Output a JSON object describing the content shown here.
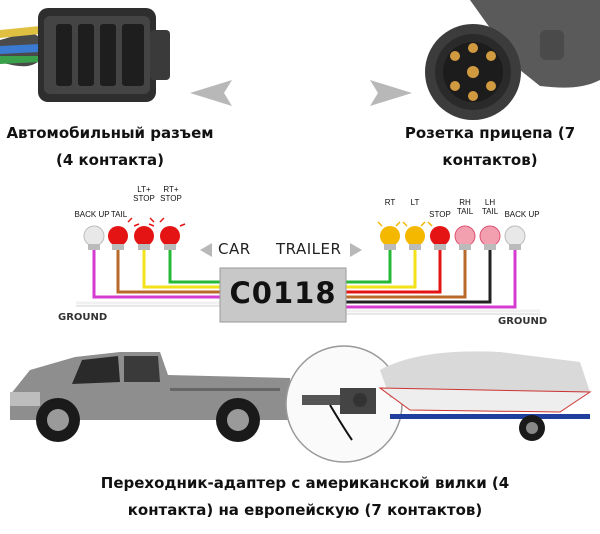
{
  "connectors": {
    "car_caption": "Автомобильный разъем (4 контакта)",
    "trailer_caption": "Розетка прицепа (7 контактов)"
  },
  "wiring": {
    "car_label": "CAR",
    "trailer_label": "TRAILER",
    "adapter_code": "C0118",
    "ground_left": "GROUND",
    "ground_right": "GROUND",
    "car_lamps": [
      {
        "label": "BACK UP",
        "color": "#e8e8e8",
        "wire": "#d63bd0"
      },
      {
        "label": "TAIL",
        "color": "#e41414",
        "wire": "#b86a2a"
      },
      {
        "label": "LT+ STOP",
        "color": "#e41414",
        "wire": "#f3e21a"
      },
      {
        "label": "RT+ STOP",
        "color": "#e41414",
        "wire": "#27b837"
      }
    ],
    "trailer_lamps": [
      {
        "label": "RT",
        "color": "#f5b800",
        "wire": "#27b837"
      },
      {
        "label": "LT",
        "color": "#f5b800",
        "wire": "#f3e21a"
      },
      {
        "label": "STOP",
        "color": "#e41414",
        "wire": "#e41414"
      },
      {
        "label": "RH TAIL",
        "color": "#f2a0b0",
        "wire": "#b86a2a"
      },
      {
        "label": "LH TAIL",
        "color": "#f2a0b0",
        "wire": "#222222"
      },
      {
        "label": "BACK UP",
        "color": "#e8e8e8",
        "wire": "#d63bd0"
      }
    ],
    "colors": {
      "box_fill": "#c8c8c8",
      "box_border": "#9a9a9a",
      "accent_arrow": "#b8b8b8"
    }
  },
  "footer": {
    "caption": "Переходник-адаптер с американской вилки (4 контакта) на европейскую (7 контактов)"
  }
}
